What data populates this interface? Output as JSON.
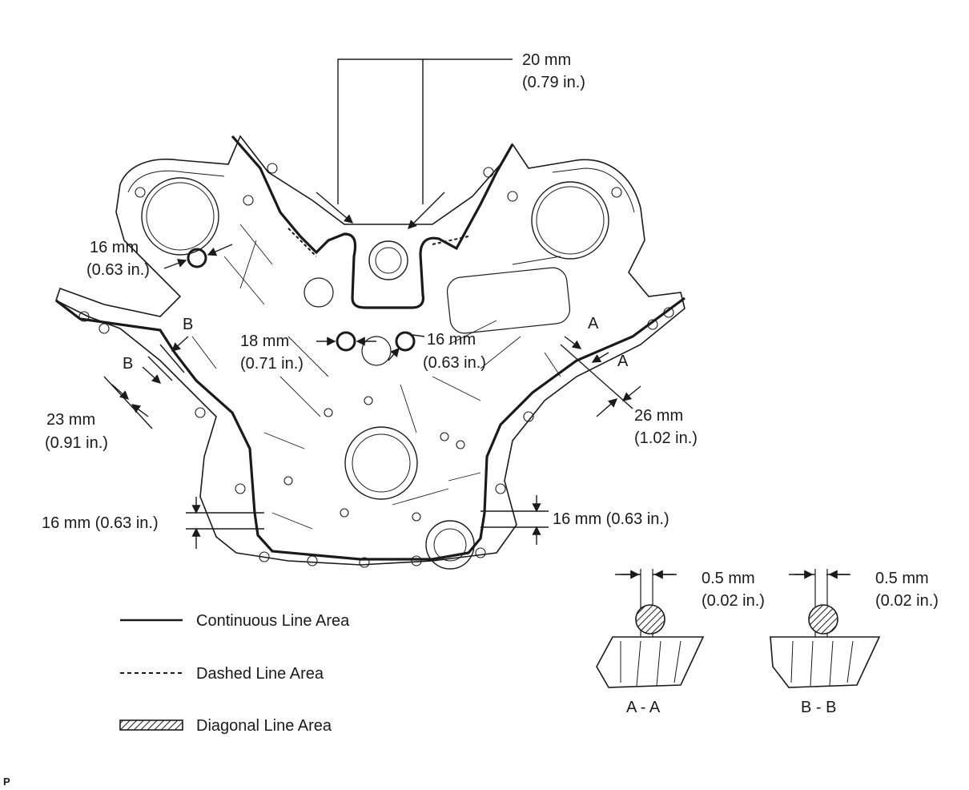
{
  "callouts": {
    "top_20": [
      "20 mm",
      "(0.79 in.)"
    ],
    "left_16": [
      "16 mm",
      "(0.63 in.)"
    ],
    "center_18": [
      "18 mm",
      "(0.71 in.)"
    ],
    "center_16": [
      "16 mm",
      "(0.63 in.)"
    ],
    "left_23": [
      "23 mm",
      "(0.91 in.)"
    ],
    "right_26": [
      "26 mm",
      "(1.02 in.)"
    ],
    "bottom_left_16": "16 mm (0.63 in.)",
    "bottom_right_16": "16 mm (0.63 in.)"
  },
  "section_marks": {
    "a": "A",
    "b": "B"
  },
  "sections": [
    {
      "title": "A - A",
      "dims": [
        "0.5 mm",
        "(0.02 in.)"
      ]
    },
    {
      "title": "B - B",
      "dims": [
        "0.5 mm",
        "(0.02 in.)"
      ]
    }
  ],
  "legend": {
    "continuous": "Continuous Line Area",
    "dashed": "Dashed Line Area",
    "diagonal": "Diagonal Line Area"
  },
  "corner_mark": "P"
}
